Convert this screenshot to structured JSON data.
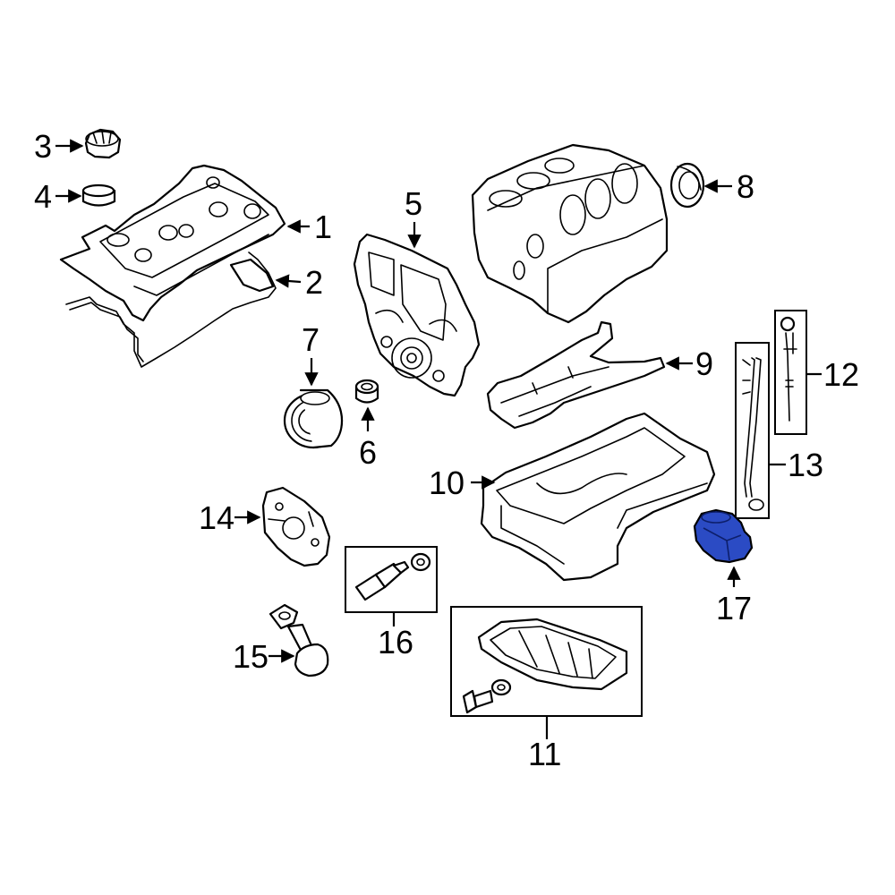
{
  "diagram": {
    "callouts": [
      "1",
      "2",
      "3",
      "4",
      "5",
      "6",
      "7",
      "8",
      "9",
      "10",
      "11",
      "12",
      "13",
      "14",
      "15",
      "16",
      "17"
    ],
    "highlight_color": "#2b4bc4",
    "highlighted_part": "17"
  }
}
